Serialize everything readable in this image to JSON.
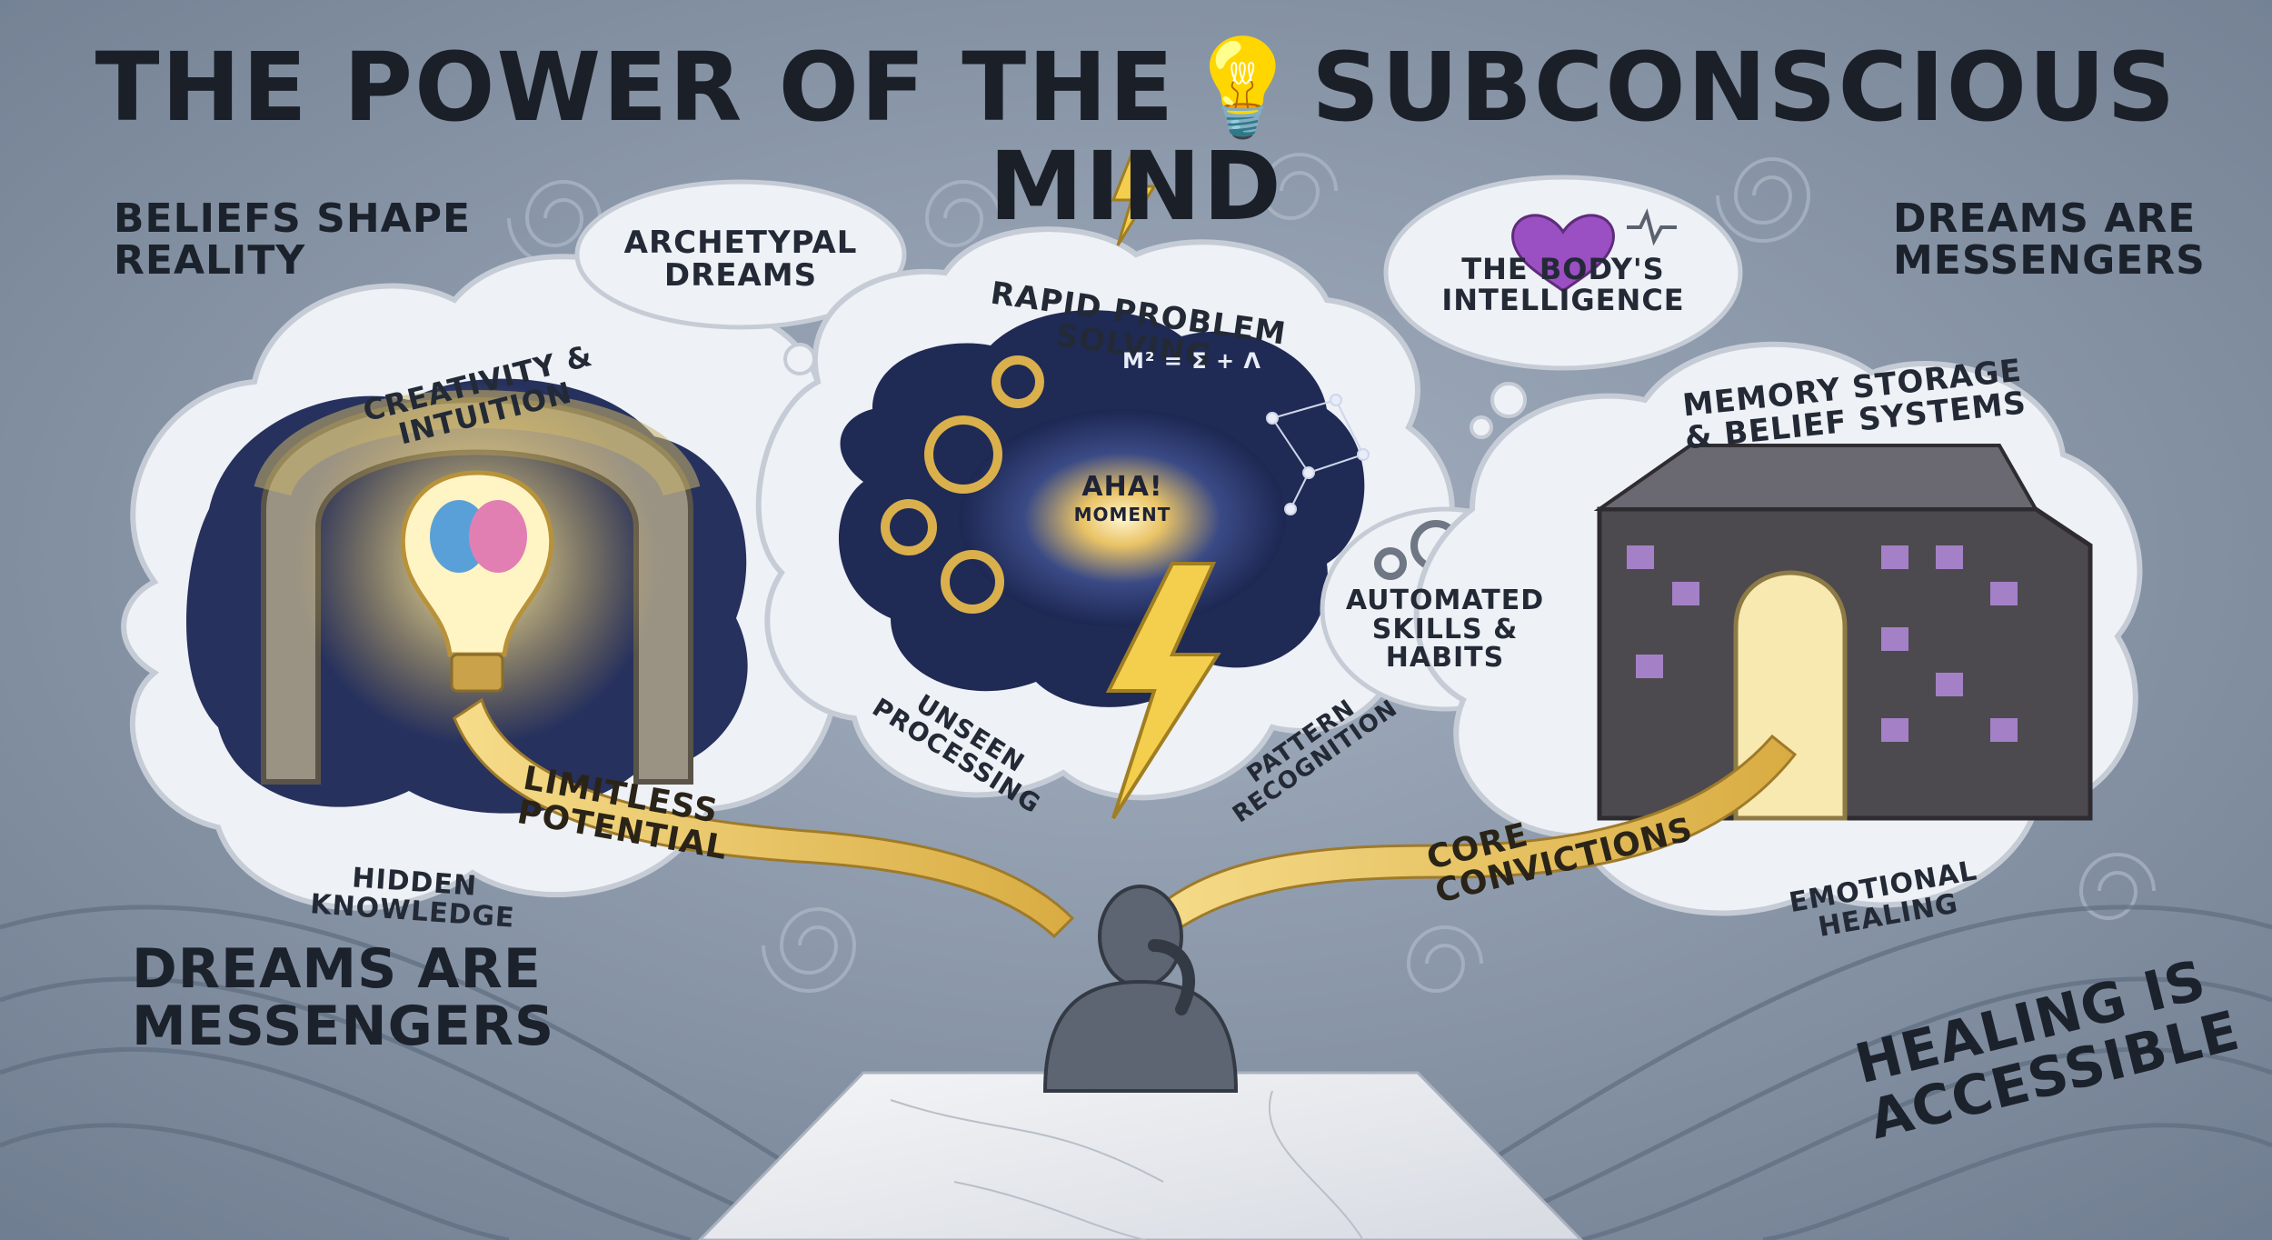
{
  "title": {
    "left": "THE POWER OF THE",
    "right": "SUBCONSCIOUS MIND",
    "icon": "lightbulb-brain-icon"
  },
  "side_labels": {
    "top_left": "BELIEFS SHAPE\nREALITY",
    "top_right": "DREAMS ARE\nMESSENGERS",
    "bottom_left": "DREAMS ARE\nMESSENGERS",
    "bottom_right": "HEALING IS\nACCESSIBLE"
  },
  "left_cloud": {
    "arch_label": "CREATIVITY & INTUITION",
    "banner": "LIMITLESS POTENTIAL",
    "bottom": "HIDDEN KNOWLEDGE",
    "thought": "ARCHETYPAL\nDREAMS"
  },
  "center_cloud": {
    "top": "RAPID PROBLEM SOLVING",
    "core": "AHA!",
    "core_sub": "MOMENT",
    "formula": "m² = Σ + Λ",
    "left_band": "UNSEEN PROCESSING",
    "right_band": "PATTERN RECOGNITION",
    "side_bubble": "AUTOMATED\nSKILLS &\nHABITS"
  },
  "right_cloud": {
    "thought": "THE BODY'S\nINTELLIGENCE",
    "title": "MEMORY STORAGE\n& BELIEF SYSTEMS",
    "banner": "CORE CONVICTIONS",
    "bottom": "EMOTIONAL HEALING"
  },
  "colors": {
    "background": "#8a98aa",
    "cloud": "#eef1f6",
    "cosmos": "#1f2a55",
    "gold": "#e8c25a",
    "text": "#1f2530",
    "accent_purple": "#9a4fc2"
  }
}
